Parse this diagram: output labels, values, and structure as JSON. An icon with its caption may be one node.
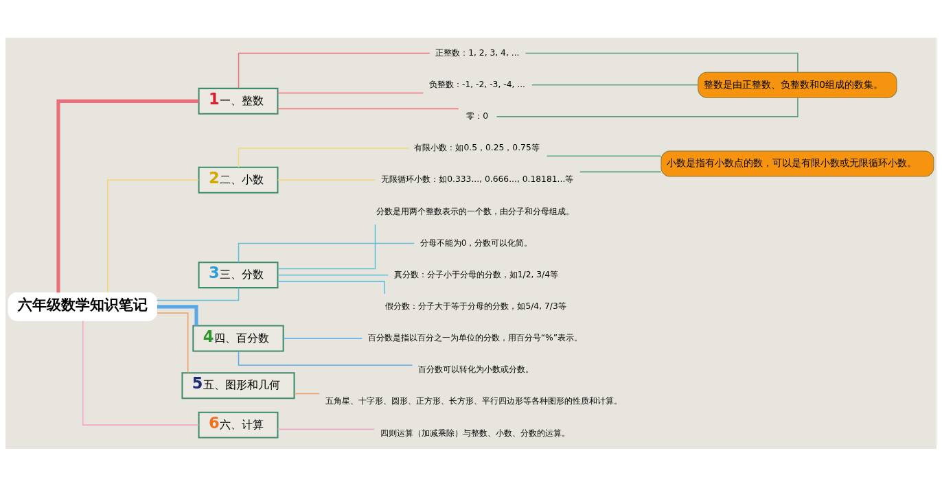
{
  "diagram": {
    "nodes": [
      {
        "text": [
          "六年级数学知识笔记"
        ]
      },
      {
        "text": [
          "1",
          "一、整数"
        ]
      },
      {
        "text": [
          "正整数：1, 2, 3, 4, ..."
        ]
      },
      {
        "text": [
          "负整数：-1, -2, -3, -4, ..."
        ]
      },
      {
        "text": [
          "零：0"
        ]
      },
      {
        "text": [
          "整数是由正整数、负整数和0组成的数集。"
        ]
      },
      {
        "text": [
          "2",
          "二、小数"
        ]
      },
      {
        "text": [
          "有限小数：如0.5，0.25，0.75等"
        ]
      },
      {
        "text": [
          "无限循环小数：如0.333..., 0.666..., 0.18181...等"
        ]
      },
      {
        "text": [
          "小数是指有小数点的数，可以是有限小数或无限循环小数。"
        ]
      },
      {
        "text": [
          "3",
          "三、分数"
        ]
      },
      {
        "text": [
          "分数是用两个整数表示的一个数，由分子和分母组成。"
        ]
      },
      {
        "text": [
          "分母不能为0，分数可以化简。"
        ]
      },
      {
        "text": [
          "真分数：分子小于分母的分数，如1/2, 3/4等"
        ]
      },
      {
        "text": [
          "假分数：分子大于等于分母的分数，如5/4, 7/3等"
        ]
      },
      {
        "text": [
          "4",
          "四、百分数"
        ]
      },
      {
        "text": [
          "百分数是指以百分之一为单位的分数，用百分号“%”表示。"
        ]
      },
      {
        "text": [
          "百分数可以转化为小数或分数。"
        ]
      },
      {
        "text": [
          "5",
          "五、图形和几何"
        ]
      },
      {
        "text": [
          "五角星、十字形、圆形、正方形、长方形、平行四边形等各种图形的性质和计算。"
        ]
      },
      {
        "text": [
          "6",
          "六、计算"
        ]
      },
      {
        "text": [
          "四则运算（加减乘除）与整数、小数、分数的运算。"
        ]
      }
    ],
    "edges": [
      {
        "from": 0,
        "to": 1,
        "arrow": "none",
        "style": "thick",
        "color": "#e8707a"
      },
      {
        "from": 1,
        "to": 2,
        "arrow": "none",
        "color": "#e8707a"
      },
      {
        "from": 1,
        "to": 3,
        "arrow": "none",
        "color": "#e8707a"
      },
      {
        "from": 1,
        "to": 4,
        "arrow": "none",
        "color": "#e8707a"
      },
      {
        "from": 2,
        "to": 5,
        "arrow": "none",
        "color": "#5a9e7e"
      },
      {
        "from": 3,
        "to": 5,
        "arrow": "none",
        "color": "#5a9e7e"
      },
      {
        "from": 4,
        "to": 5,
        "arrow": "none",
        "color": "#5a9e7e"
      },
      {
        "from": 0,
        "to": 6,
        "arrow": "none",
        "color": "#f5d76e"
      },
      {
        "from": 6,
        "to": 7,
        "arrow": "none",
        "color": "#f5d76e"
      },
      {
        "from": 6,
        "to": 8,
        "arrow": "none",
        "color": "#f5d76e"
      },
      {
        "from": 7,
        "to": 9,
        "arrow": "none",
        "color": "#5a9e7e"
      },
      {
        "from": 8,
        "to": 9,
        "arrow": "none",
        "color": "#5a9e7e"
      },
      {
        "from": 0,
        "to": 10,
        "arrow": "none",
        "color": "#5bc0d8"
      },
      {
        "from": 10,
        "to": 11,
        "arrow": "none",
        "color": "#5bc0d8"
      },
      {
        "from": 10,
        "to": 12,
        "arrow": "none",
        "color": "#5bc0d8"
      },
      {
        "from": 10,
        "to": 13,
        "arrow": "none",
        "color": "#5bc0d8"
      },
      {
        "from": 10,
        "to": 14,
        "arrow": "none",
        "color": "#5bc0d8"
      },
      {
        "from": 0,
        "to": 15,
        "arrow": "none",
        "style": "thick",
        "color": "#5aa9e6"
      },
      {
        "from": 15,
        "to": 16,
        "arrow": "none",
        "color": "#5aa9e6"
      },
      {
        "from": 15,
        "to": 17,
        "arrow": "none",
        "color": "#5aa9e6"
      },
      {
        "from": 0,
        "to": 18,
        "arrow": "none",
        "color": "#f0a060"
      },
      {
        "from": 18,
        "to": 19,
        "arrow": "none",
        "color": "#f0a060"
      },
      {
        "from": 0,
        "to": 20,
        "arrow": "none",
        "color": "#f4a6c8"
      },
      {
        "from": 20,
        "to": 21,
        "arrow": "none",
        "color": "#f4a6c8"
      }
    ]
  }
}
